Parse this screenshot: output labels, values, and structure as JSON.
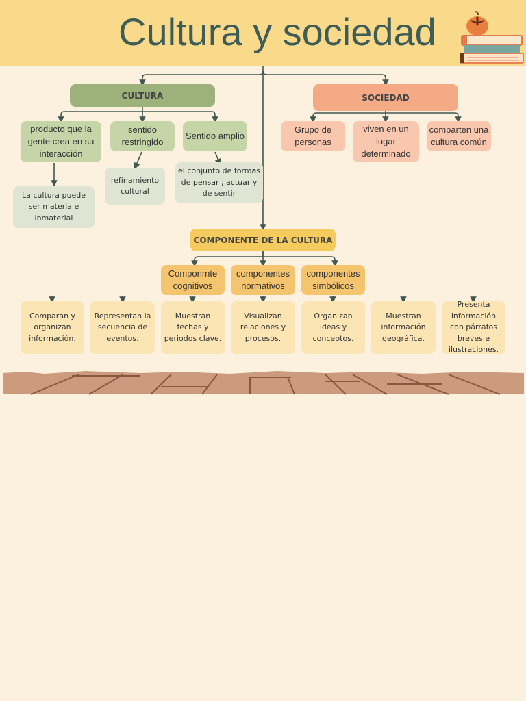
{
  "title": "Cultura y sociedad",
  "colors": {
    "background": "#fcf0de",
    "header": "#f9d98a",
    "title": "#3f5d57",
    "connector": "#41574f",
    "cultura": "#9db27a",
    "sociedad": "#f4ab85",
    "componente": "#f6cb5d"
  },
  "cultura": {
    "label": "CULTURA",
    "items": [
      {
        "label": "producto que la gente crea en su interacción",
        "detail": "La cultura puede ser materia e inmaterial"
      },
      {
        "label": "sentido restringido",
        "detail": "refinamiento cultural"
      },
      {
        "label": "Sentido amplio",
        "detail": "el conjunto de formas de pensar , actuar y de sentir"
      }
    ]
  },
  "sociedad": {
    "label": "SOCIEDAD",
    "items": [
      "Grupo de personas",
      "viven en un lugar determinado",
      "comparten una cultura común"
    ]
  },
  "componente": {
    "label": "COMPONENTE DE LA CULTURA",
    "items": [
      "Componrnte cognitivos",
      "componentes normativos",
      "componentes simbólicos"
    ]
  },
  "bottom_items": [
    "Comparan y organizan información.",
    "Representan la secuencia de eventos.",
    "Muestran fechas y periodos clave.",
    "Visualizan relaciones y procesos.",
    "Organizan ideas y conceptos.",
    "Muestran información geográfica.",
    "Presenta información con párrafos breves e ilustraciones."
  ],
  "decorations": [
    "apple-icon",
    "books-icon",
    "wooden-floor-strip"
  ]
}
